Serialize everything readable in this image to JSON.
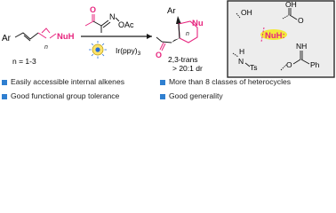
{
  "substrate": {
    "ar": "Ar",
    "nuh": "NuH",
    "n_range": "n = 1-3"
  },
  "reagent": {
    "n_atom": "N",
    "leaving_group": "OAc",
    "oxygen": "O",
    "o_dot": "•"
  },
  "conditions": {
    "catalyst": "Ir(ppy)",
    "catalyst_sub": "3",
    "light": "blue-led-icon"
  },
  "product": {
    "ar": "Ar",
    "nu": "Nu",
    "oxygen": "O",
    "n_label": "n",
    "stereo": "2,3-trans",
    "dr": "> 20:1 dr"
  },
  "nucleophile_box": {
    "center": "NuH:",
    "oh": "OH",
    "acid_oh": "OH",
    "acid_o": "O",
    "nh": "H",
    "nh_n": "N",
    "ts": "Ts",
    "imine_nh": "NH",
    "imine_o": "O",
    "ph": "Ph",
    "highlight_color": "#f3e83a"
  },
  "features": [
    "Easily accessible internal alkenes",
    "More than 8 classes of heterocycles",
    "Good functional group tolerance",
    "Good generality"
  ],
  "colors": {
    "accent_pink": "#e7257e",
    "arrow": "#1a1a1a",
    "bullet": "#2f7fd0",
    "box_bg": "#ededed"
  }
}
